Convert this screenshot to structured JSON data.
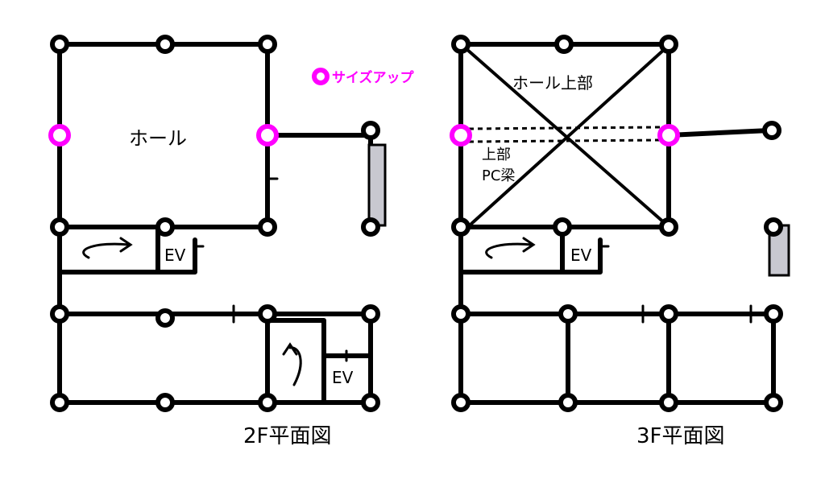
{
  "colors": {
    "line": "#000000",
    "highlight": "#ff00ff",
    "shade": "#c8c8d0",
    "background": "#ffffff"
  },
  "legend": {
    "marker": "magenta-circle",
    "label": "サイズアップ"
  },
  "plan_2f": {
    "title": "2F平面図",
    "hall_label": "ホール",
    "ev_label_upper": "EV",
    "ev_label_lower": "EV"
  },
  "plan_3f": {
    "title": "3F平面図",
    "hall_upper_label": "ホール上部",
    "beam_label_line1": "上部",
    "beam_label_line2": "PC梁",
    "ev_label": "EV"
  }
}
